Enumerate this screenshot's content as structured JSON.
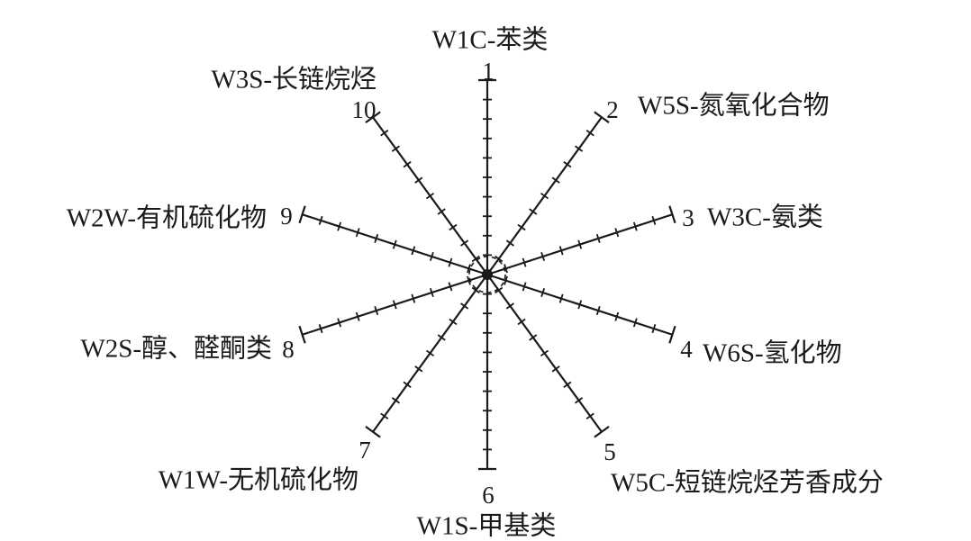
{
  "diagram": {
    "ticks_per_axis": 10,
    "axes": [
      {
        "number": "1",
        "label": "W1C-苯类",
        "angle_deg": 0
      },
      {
        "number": "2",
        "label": "W5S-氮氧化合物",
        "angle_deg": 36
      },
      {
        "number": "3",
        "label": "W3C-氨类",
        "angle_deg": 72
      },
      {
        "number": "4",
        "label": "W6S-氢化物",
        "angle_deg": 108
      },
      {
        "number": "5",
        "label": "W5C-短链烷烃芳香成分",
        "angle_deg": 144
      },
      {
        "number": "6",
        "label": "W1S-甲基类",
        "angle_deg": 180
      },
      {
        "number": "7",
        "label": "W1W-无机硫化物",
        "angle_deg": 216
      },
      {
        "number": "8",
        "label": "W2S-醇、醛酮类",
        "angle_deg": 252
      },
      {
        "number": "9",
        "label": "W2W-有机硫化物",
        "angle_deg": 288
      },
      {
        "number": "10",
        "label": "W3S-长链烷烃",
        "angle_deg": 324
      }
    ]
  }
}
